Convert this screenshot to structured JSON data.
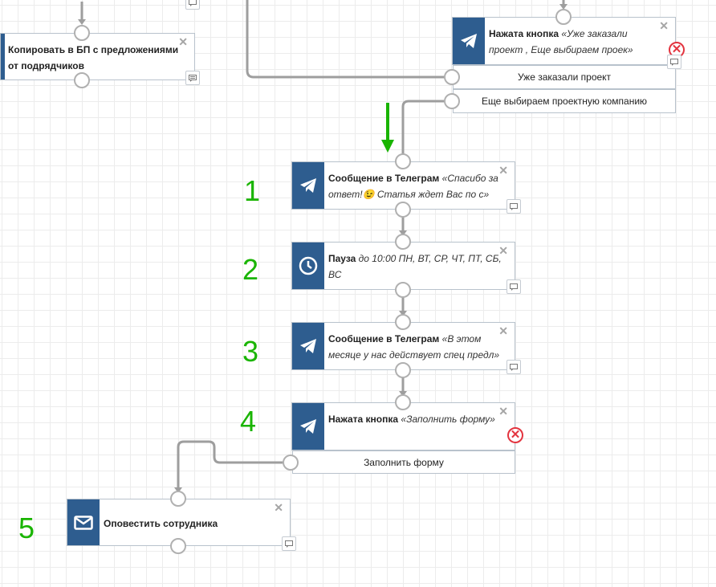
{
  "blocks": {
    "copy_bp": {
      "title": "Копировать в БП с предложениями от подрядчиков"
    },
    "button_top": {
      "title": "Нажата кнопка",
      "detail": "«Уже заказали проект , Еще выбираем проек»",
      "options": [
        "Уже заказали проект",
        "Еще выбираем проектную компанию"
      ]
    },
    "tg_msg_1": {
      "title": "Сообщение в Телеграм",
      "detail": "«Спасибо за ответ!😉 Статья ждет Вас по с»"
    },
    "pause": {
      "title": "Пауза",
      "detail": "до 10:00 ПН, ВТ, СР, ЧТ, ПТ, СБ, ВС"
    },
    "tg_msg_2": {
      "title": "Сообщение в Телеграм",
      "detail": "«В этом месяце у нас действует спец предл»"
    },
    "button_form": {
      "title": "Нажата кнопка",
      "detail": "«Заполнить форму»",
      "options": [
        "Заполнить форму"
      ]
    },
    "notify": {
      "title": "Оповестить сотрудника"
    }
  },
  "close_symbol": "✕",
  "step_labels": [
    "1",
    "2",
    "3",
    "4",
    "5"
  ],
  "colors": {
    "icon_bg": "#2e5d8f",
    "step_green": "#19b400",
    "error_red": "#e3343f",
    "wire": "#9e9e9e"
  },
  "icons": {
    "telegram": "paper-plane-icon",
    "pause": "clock-icon",
    "notify": "envelope-icon",
    "note": "comment-icon",
    "error": "error-circle-icon",
    "close": "close-icon"
  }
}
